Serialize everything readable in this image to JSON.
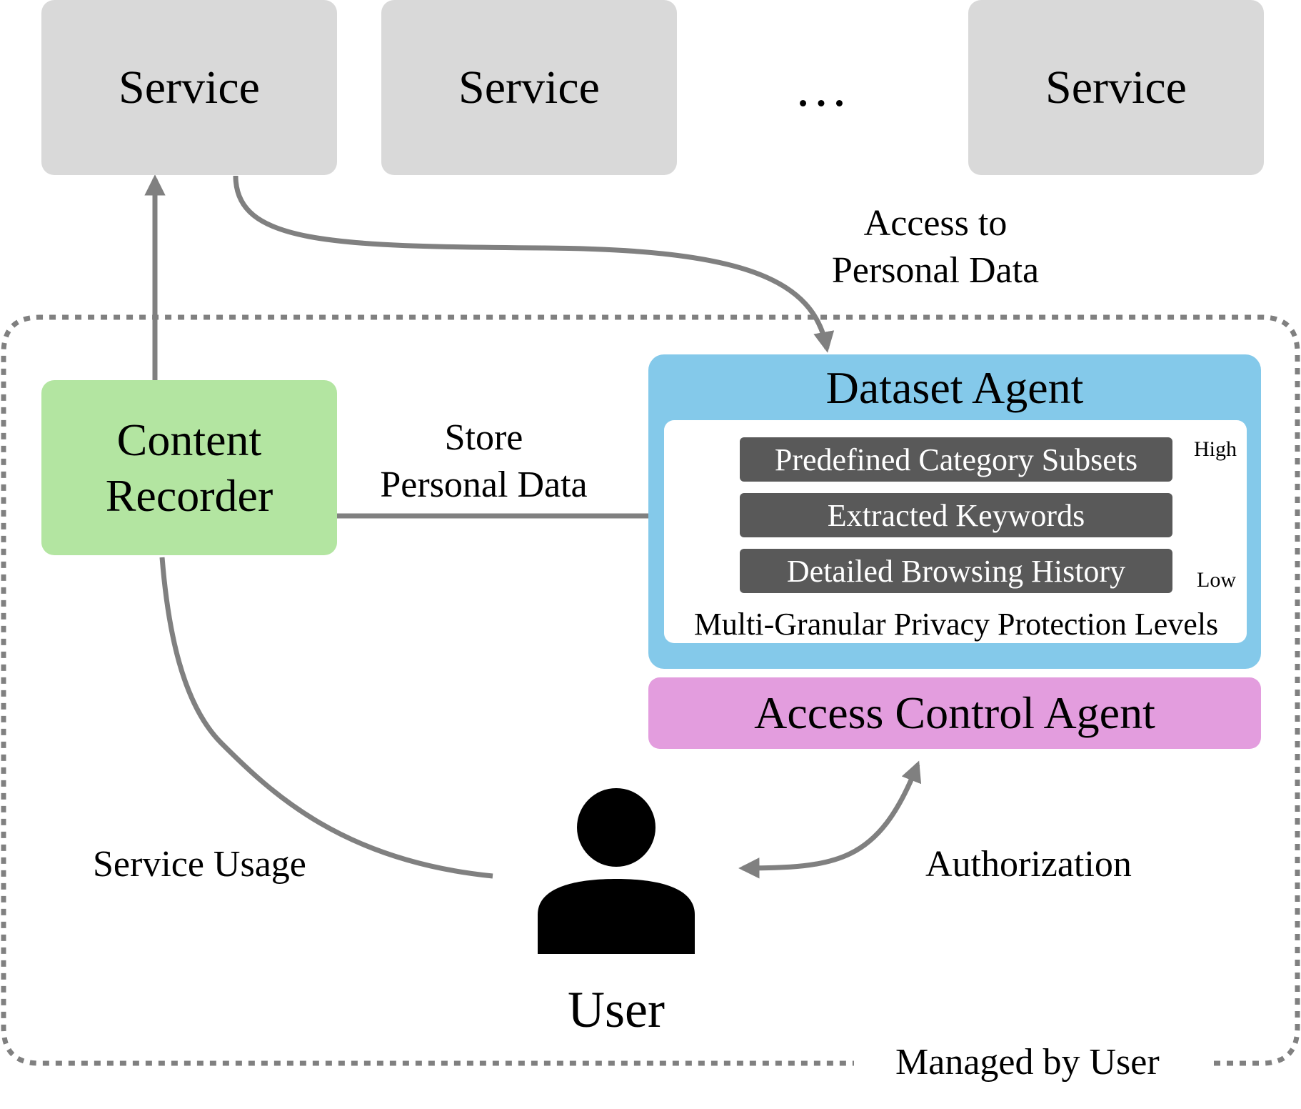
{
  "services": {
    "items": [
      "Service",
      "Service",
      "Service"
    ],
    "ellipsis": "…"
  },
  "content_recorder": {
    "line1": "Content",
    "line2": "Recorder"
  },
  "dataset_agent": {
    "title": "Dataset Agent",
    "levels": [
      "Predefined Category Subsets",
      "Extracted Keywords",
      "Detailed Browsing History"
    ],
    "scale_high": "High",
    "scale_low": "Low",
    "caption": "Multi-Granular Privacy Protection Levels"
  },
  "access_control_agent": {
    "title": "Access Control Agent"
  },
  "labels": {
    "access_line1": "Access to",
    "access_line2": "Personal Data",
    "store_line1": "Store",
    "store_line2": "Personal Data",
    "service_usage": "Service Usage",
    "authorization": "Authorization",
    "managed_by_user": "Managed by User",
    "user": "User"
  },
  "colors": {
    "service_box": "#d9d9d9",
    "content_recorder": "#b3e5a1",
    "dataset_agent": "#84c9ea",
    "level_box": "#595959",
    "access_control_agent": "#e39dde",
    "arrow": "#808080",
    "managed_border": "#808080"
  },
  "icons": {
    "user": "person-silhouette-icon"
  }
}
